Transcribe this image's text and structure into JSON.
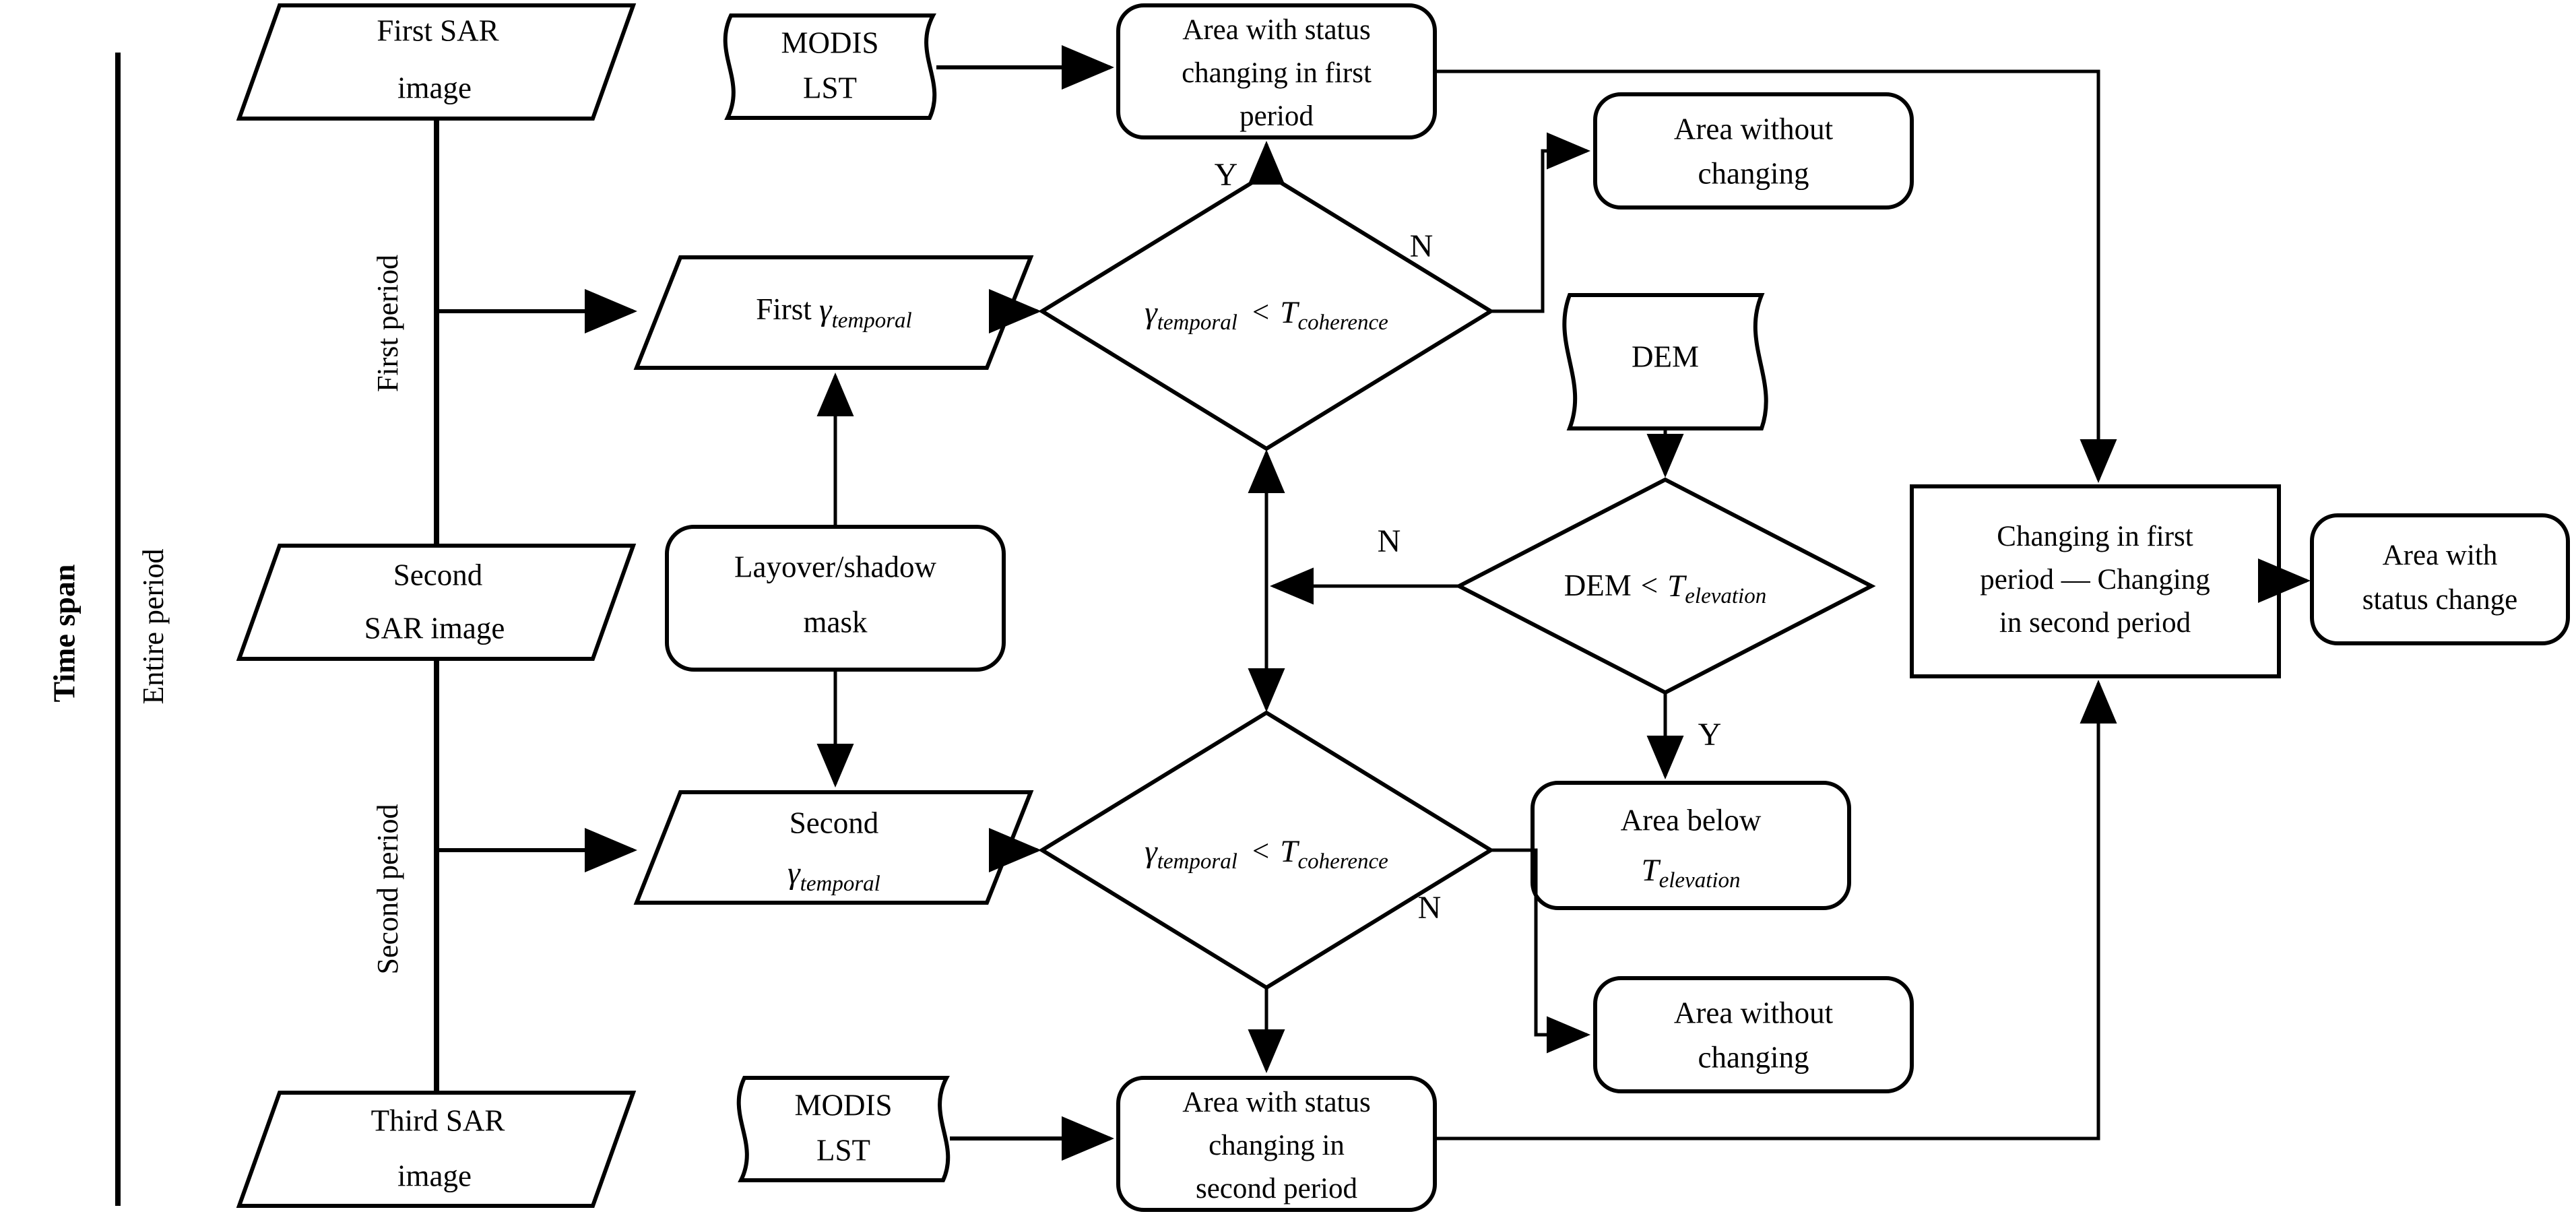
{
  "diagram": {
    "title": "SAR change detection flowchart",
    "colors": {
      "stroke": "#000000",
      "background": "#ffffff"
    },
    "axis_labels": {
      "time_span": "Time span",
      "entire_period": "Entire period",
      "first_period": "First period",
      "second_period": "Second period"
    },
    "nodes": {
      "first_sar_image": {
        "label_line1": "First SAR",
        "label_line2": "image",
        "shape": "parallelogram"
      },
      "second_sar_image": {
        "label_line1": "Second",
        "label_line2": "SAR image",
        "shape": "parallelogram"
      },
      "third_sar_image": {
        "label_line1": "Third SAR",
        "label_line2": "image",
        "shape": "parallelogram"
      },
      "modis_lst_top": {
        "label_line1": "MODIS",
        "label_line2": "LST",
        "shape": "document"
      },
      "modis_lst_bottom": {
        "label_line1": "MODIS",
        "label_line2": "LST",
        "shape": "document"
      },
      "dem_source": {
        "label": "DEM",
        "shape": "document"
      },
      "first_gamma": {
        "prefix": "First ",
        "symbol": "γ",
        "subscript": "temporal",
        "shape": "parallelogram"
      },
      "second_gamma": {
        "label_line1": "Second",
        "symbol": "γ",
        "subscript": "temporal",
        "shape": "parallelogram"
      },
      "layover_mask": {
        "label_line1": "Layover/shadow",
        "label_line2": "mask",
        "shape": "rounded-rect"
      },
      "decision_first": {
        "left": "γ",
        "left_sub": "temporal",
        "op": "<",
        "right": "T",
        "right_sub": "coherence",
        "shape": "diamond"
      },
      "decision_second": {
        "left": "γ",
        "left_sub": "temporal",
        "op": "<",
        "right": "T",
        "right_sub": "coherence",
        "shape": "diamond"
      },
      "decision_dem": {
        "left": "DEM",
        "op": "<",
        "right": "T",
        "right_sub": "elevation",
        "shape": "diamond"
      },
      "area_change_first": {
        "label_line1": "Area with status",
        "label_line2": "changing in first",
        "label_line3": "period",
        "shape": "rounded-rect"
      },
      "area_change_second": {
        "label_line1": "Area with status",
        "label_line2": "changing in",
        "label_line3": "second period",
        "shape": "rounded-rect"
      },
      "area_without_change_top": {
        "label_line1": "Area without",
        "label_line2": "changing",
        "shape": "rounded-rect"
      },
      "area_without_change_bottom": {
        "label_line1": "Area without",
        "label_line2": "changing",
        "shape": "rounded-rect"
      },
      "area_below_elevation": {
        "label_line1": "Area below",
        "symbol": "T",
        "subscript": "elevation",
        "shape": "rounded-rect"
      },
      "changing_difference": {
        "label_line1": "Changing in first",
        "label_line2": "period — Changing",
        "label_line3": "in second period",
        "shape": "rect"
      },
      "area_status_change": {
        "label_line1": "Area with",
        "label_line2": "status change",
        "shape": "rounded-rect"
      }
    },
    "edge_labels": {
      "yes_first": "Y",
      "no_first": "N",
      "no_dem": "N",
      "yes_dem": "Y",
      "no_second": "N"
    }
  }
}
